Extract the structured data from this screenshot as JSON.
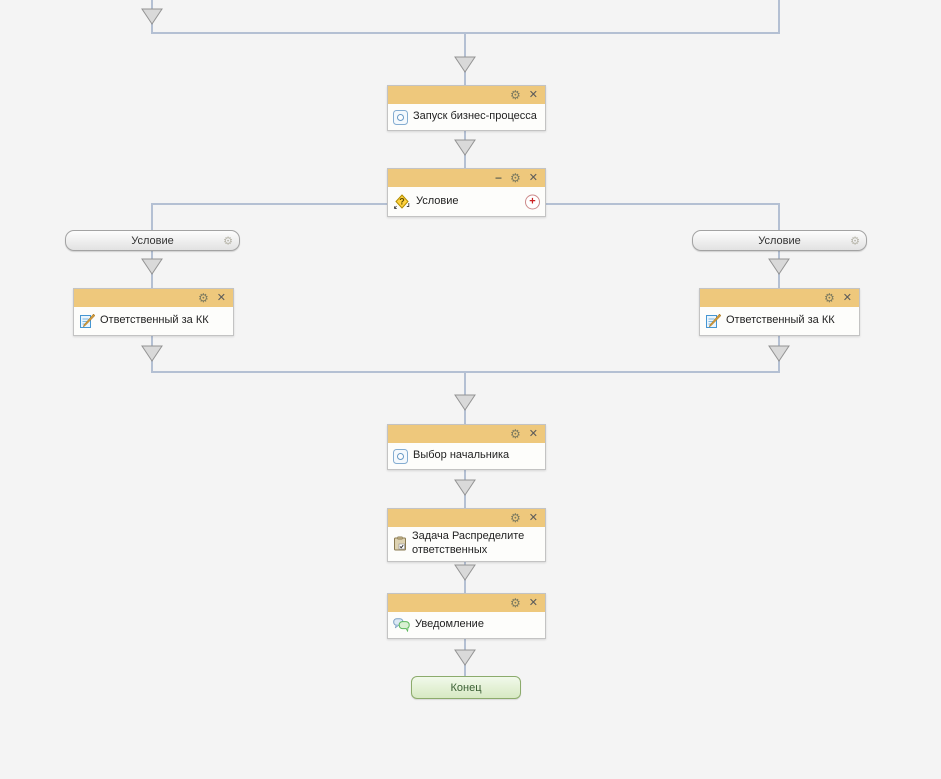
{
  "colors": {
    "canvas_bg": "#f4f4f4",
    "connector": "#b4c0d3",
    "node_header_bg": "#eec87c",
    "node_body_bg": "#fdfdfb",
    "node_border": "#c3c3c3",
    "branch_button_border": "#a3a3a3",
    "end_button_border": "#8cab6c",
    "end_button_bg": "#d7e9c3",
    "end_button_text": "#3a5f33",
    "add_branch_color": "#cc2222"
  },
  "nodes": {
    "start": {
      "title": "Запуск бизнес-процесса"
    },
    "condition": {
      "title": "Условие"
    },
    "branch_left": {
      "label": "Условие"
    },
    "branch_right": {
      "label": "Условие"
    },
    "responsible_left": {
      "title": "Ответственный за КК"
    },
    "responsible_right": {
      "title": "Ответственный за КК"
    },
    "chief": {
      "title": "Выбор начальника"
    },
    "task": {
      "title": "Задача Распределите ответственных"
    },
    "notification": {
      "title": "Уведомление"
    },
    "end": {
      "label": "Конец"
    }
  },
  "controls": {
    "settings": "⚙",
    "delete": "✕",
    "collapse": "−",
    "add_branch": "+"
  }
}
